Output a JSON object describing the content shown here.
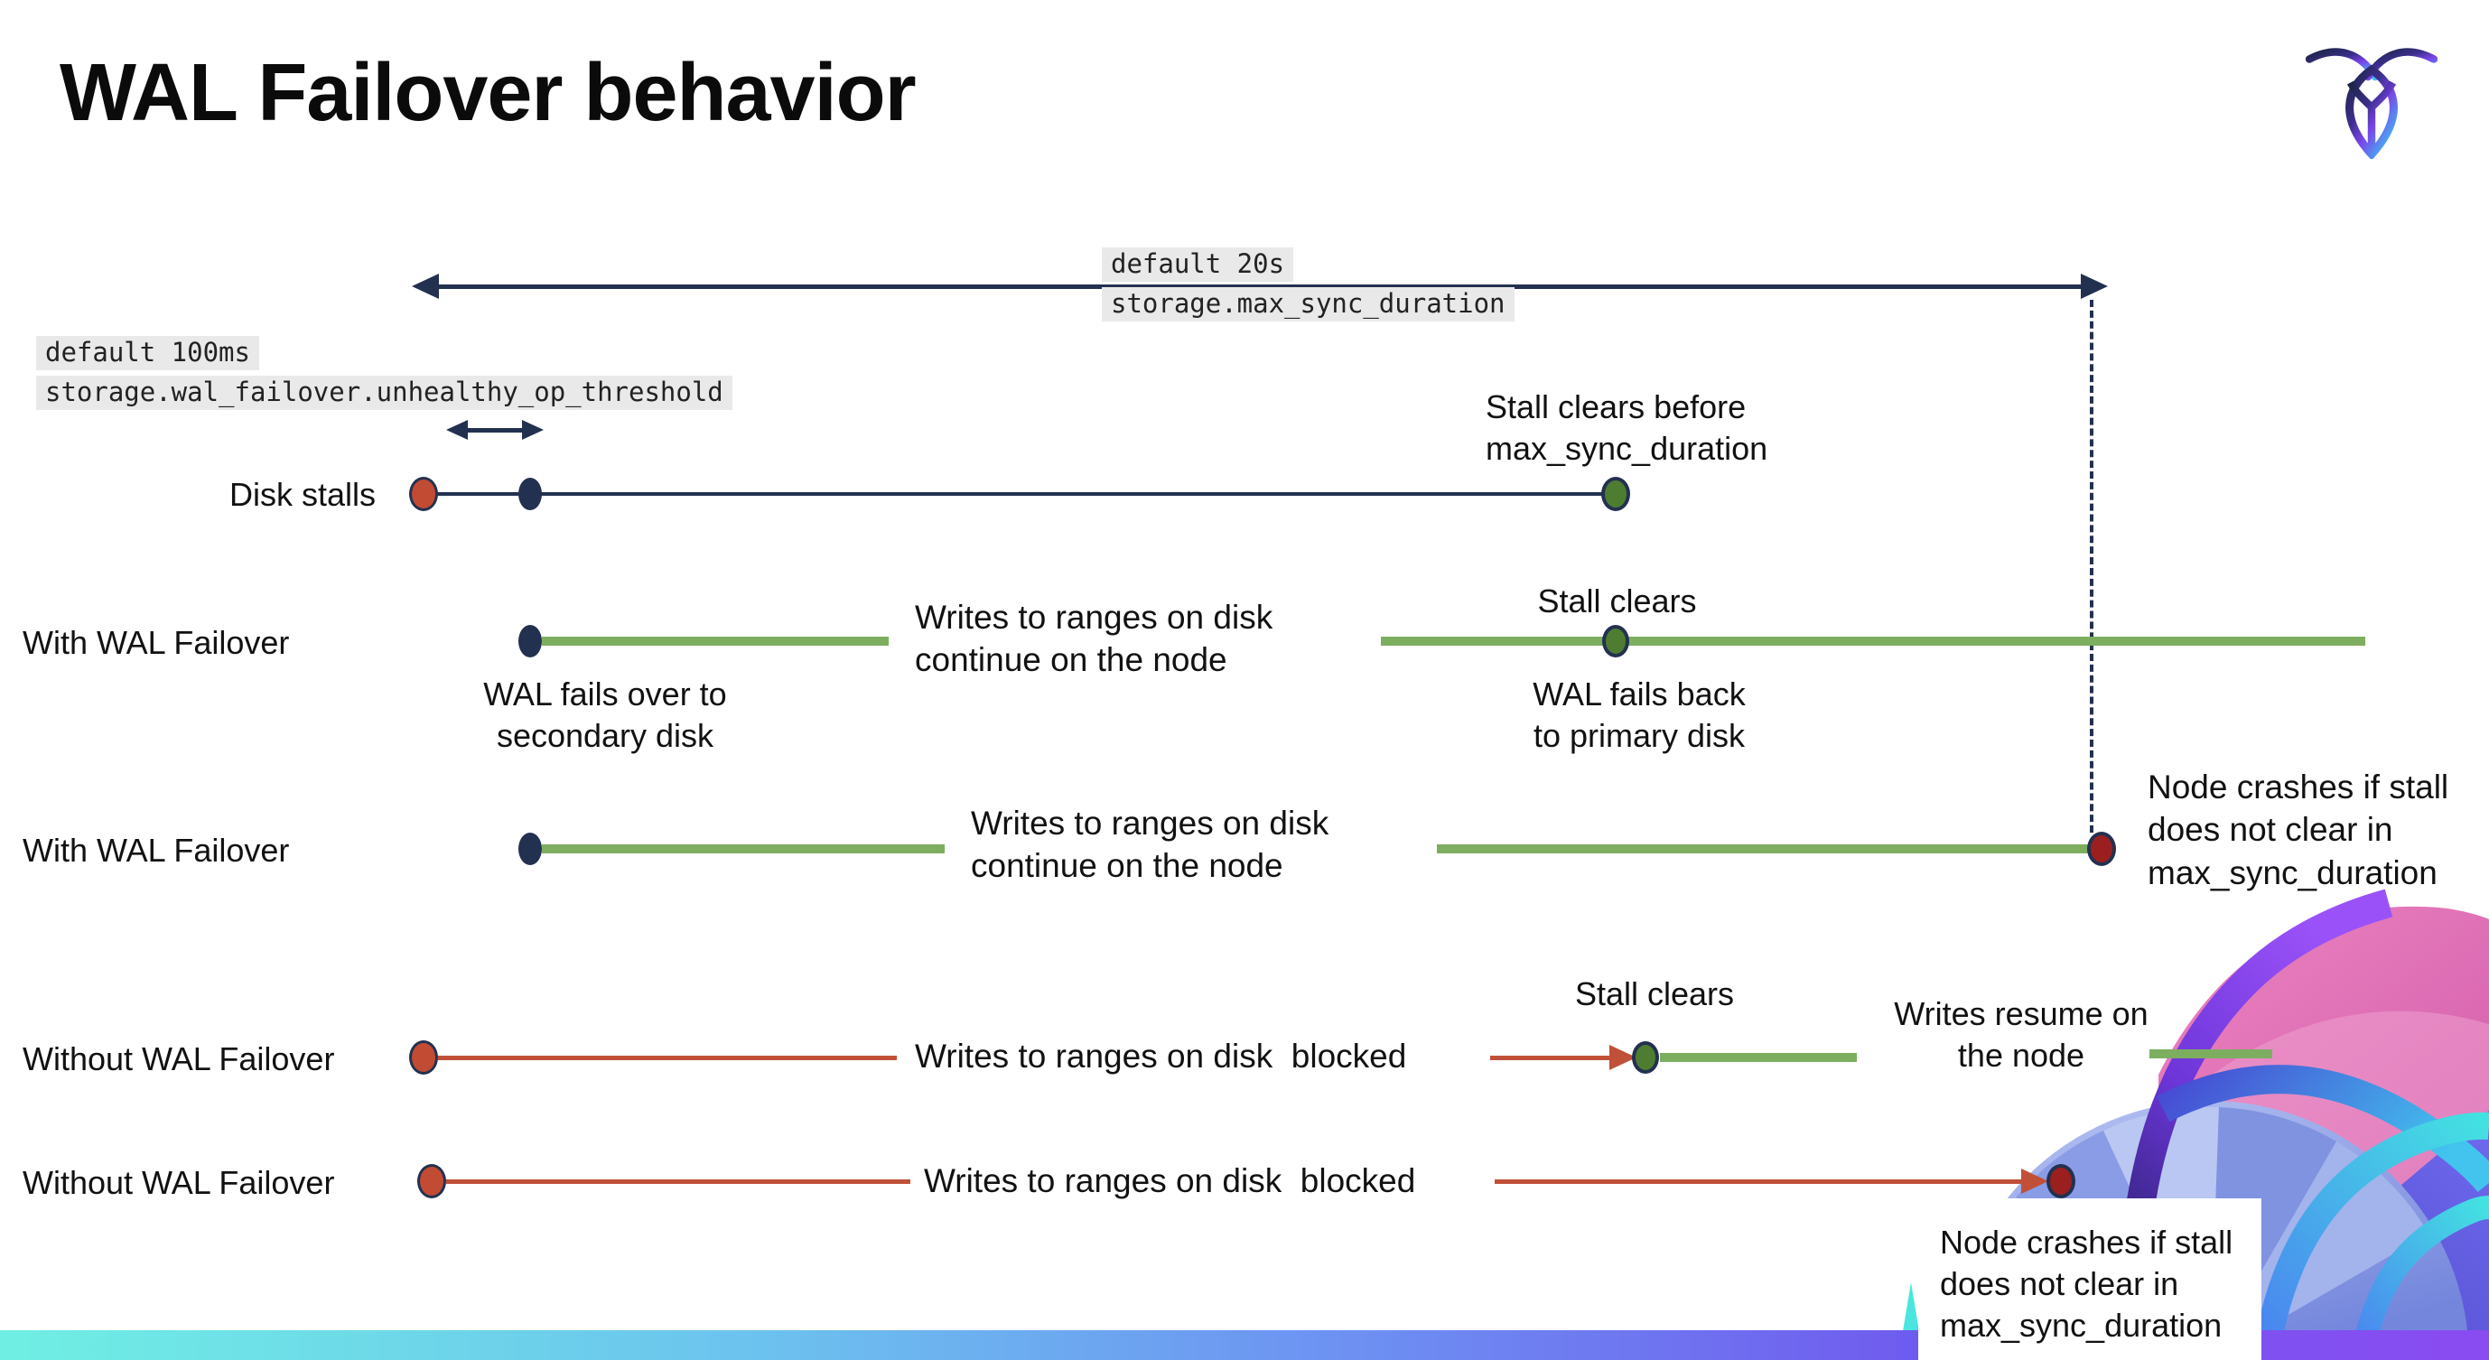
{
  "title": "WAL Failover behavior",
  "settings": {
    "max_sync_default": "default 20s",
    "max_sync_name": "storage.max_sync_duration",
    "threshold_default": "default 100ms",
    "threshold_name": "storage.wal_failover.unhealthy_op_threshold"
  },
  "rows": {
    "disk_stalls": {
      "label": "Disk stalls",
      "stall_clears_note": "Stall clears before\nmax_sync_duration"
    },
    "failover_clears": {
      "label": "With WAL Failover",
      "failover_note": "WAL fails over to\nsecondary disk",
      "writes_note": "Writes to ranges on disk\ncontinue on the node",
      "stall_clears": "Stall clears",
      "failback_note": "WAL fails  back\nto primary disk"
    },
    "failover_crash": {
      "label": "With WAL Failover",
      "writes_note": "Writes to ranges on disk\ncontinue on the node",
      "crash_note": "Node crashes if stall\ndoes not clear in\nmax_sync_duration"
    },
    "no_failover_clears": {
      "label": "Without WAL Failover",
      "writes_note": "Writes to ranges on disk  blocked",
      "stall_clears": "Stall clears",
      "resume_note": "Writes resume on\nthe node"
    },
    "no_failover_crash": {
      "label": "Without WAL Failover",
      "writes_note": "Writes to ranges on disk  blocked",
      "crash_note": "Node crashes if stall\ndoes not clear in\nmax_sync_duration"
    }
  },
  "colors": {
    "navy": "#233150",
    "green_line": "#7dae60",
    "green_dot": "#4e7d32",
    "red_line": "#c05038",
    "red_dot": "#c24b33",
    "dark_red_dot": "#9b1f1f",
    "code_bg": "#e9e9e9",
    "bar_gradient": [
      "#6fefe3",
      "#6cc3ee",
      "#6d8ff2",
      "#7059ee",
      "#8a4bf0"
    ]
  }
}
